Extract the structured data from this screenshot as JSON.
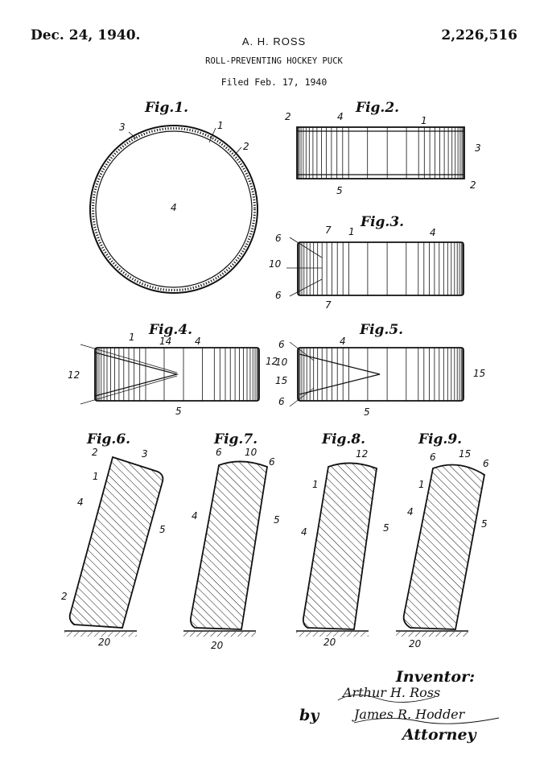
{
  "header": {
    "date": "Dec. 24, 1940.",
    "patent_number": "2,226,516",
    "inventor_name": "A. H. ROSS",
    "title": "ROLL-PREVENTING HOCKEY PUCK",
    "filed": "Filed Feb. 17, 1940"
  },
  "figures": {
    "fig1": {
      "label": "Fig.1.",
      "refs": [
        "3",
        "1",
        "2",
        "4"
      ]
    },
    "fig2": {
      "label": "Fig.2.",
      "refs": [
        "2",
        "4",
        "1",
        "3",
        "2",
        "5"
      ]
    },
    "fig3": {
      "label": "Fig.3.",
      "refs": [
        "6",
        "7",
        "1",
        "4",
        "10",
        "6",
        "7"
      ]
    },
    "fig4": {
      "label": "Fig.4.",
      "refs": [
        "1",
        "14",
        "4",
        "12",
        "12",
        "5"
      ]
    },
    "fig5": {
      "label": "Fig.5.",
      "refs": [
        "6",
        "4",
        "10",
        "15",
        "15",
        "6",
        "5"
      ]
    },
    "fig6": {
      "label": "Fig.6.",
      "refs": [
        "2",
        "3",
        "1",
        "4",
        "5",
        "2",
        "20"
      ]
    },
    "fig7": {
      "label": "Fig.7.",
      "refs": [
        "6",
        "10",
        "6",
        "4",
        "5",
        "20"
      ]
    },
    "fig8": {
      "label": "Fig.8.",
      "refs": [
        "12",
        "1",
        "4",
        "5",
        "20"
      ]
    },
    "fig9": {
      "label": "Fig.9.",
      "refs": [
        "6",
        "15",
        "6",
        "1",
        "4",
        "5",
        "20"
      ]
    }
  },
  "signature": {
    "inventor_label": "Inventor:",
    "inventor_signature": "Arthur H. Ross",
    "by_label": "by",
    "attorney_signature": "James R. Hodder",
    "attorney_label": "Attorney"
  }
}
